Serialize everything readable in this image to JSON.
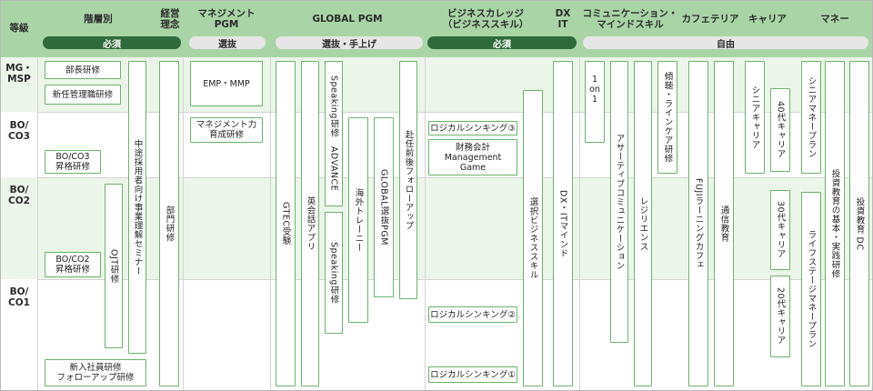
{
  "header": {
    "grade": "等級",
    "columns": [
      {
        "id": "kaisobetsu",
        "label": "階層別"
      },
      {
        "id": "keiei",
        "label": "経営\n理念"
      },
      {
        "id": "mgmt",
        "label": "マネジメント\nPGM"
      },
      {
        "id": "global",
        "label": "GLOBAL PGM"
      },
      {
        "id": "bizcollege",
        "label": "ビジネスカレッジ\n（ビジネススキル）"
      },
      {
        "id": "dxit",
        "label": "DX\nIT"
      },
      {
        "id": "comm",
        "label": "コミュニケーション・\nマインドスキル"
      },
      {
        "id": "cafe",
        "label": "カフェテリア"
      },
      {
        "id": "career",
        "label": "キャリア"
      },
      {
        "id": "money",
        "label": "マネー"
      }
    ],
    "pills": [
      {
        "id": "p1",
        "label": "必須",
        "style": "dark"
      },
      {
        "id": "p2",
        "label": "選抜",
        "style": "grey"
      },
      {
        "id": "p3",
        "label": "選抜・手上げ",
        "style": "grey"
      },
      {
        "id": "p4",
        "label": "必須",
        "style": "dark"
      },
      {
        "id": "p5",
        "label": "自由",
        "style": "grey"
      }
    ]
  },
  "grades": [
    {
      "id": "mg",
      "label": "MG・\nMSP"
    },
    {
      "id": "co3",
      "label": "BO/\nCO3"
    },
    {
      "id": "co2",
      "label": "BO/\nCO2"
    },
    {
      "id": "co1",
      "label": "BO/\nCO1"
    }
  ],
  "programs": {
    "buchou": "部長研修",
    "shinnin": "新任管理職研修",
    "co3_shokaku": "BO/CO3\n昇格研修",
    "co2_shokaku": "BO/CO2\n昇格研修",
    "shinnyu": "新入社員研修\nフォローアップ研修",
    "ojt": "OJT研修",
    "chuto": "中途採用者向け事業理解セミナー",
    "bumon": "部門研修",
    "emp": "EMP・MMP",
    "mgmt_ryoku": "マネジメント力\n育成研修",
    "gtec": "GTEC受験",
    "eikaiwa": "英会話アプリ",
    "speaking_adv": "Speaking研修　ADVANCE",
    "speaking": "Speaking研修",
    "kaigai": "海外トレーニー",
    "global_senbatsu": "GLOBAL選抜PGM",
    "funin": "赴任前後フォローアップ",
    "logical3": "ロジカルシンキング③",
    "zaimu": "財務会計\nManagement\nGame",
    "logical2": "ロジカルシンキング②",
    "logical1": "ロジカルシンキング①",
    "sentaku": "選択ビジネススキル",
    "dx_mind": "DX・ITマインド",
    "one_on_one": "1\non\n1",
    "assertive": "アサーティブコミュニケーション",
    "resilience": "レジリエンス",
    "keicho": "傾聴・ラインケア研修",
    "fuji": "FUJIラーニングカフェ",
    "tsushin": "通信教育",
    "senior_career": "シニアキャリア",
    "career40": "40代キャリア",
    "career30": "30代キャリア",
    "career20": "20代キャリア",
    "senior_money": "シニアマネープラン",
    "lifestage": "ライフステージマネープラン",
    "toshi_kihon": "投資教育の基本・実践研修",
    "toshi_dc": "投資教育 DC"
  },
  "colors": {
    "header_bg": "#a9d5a6",
    "band_light": "#ecf5e9",
    "band_white": "#ffffff",
    "box_border": "#6db36c",
    "pill_dark": "#2f6a3b",
    "pill_grey": "#e6e6e6"
  }
}
